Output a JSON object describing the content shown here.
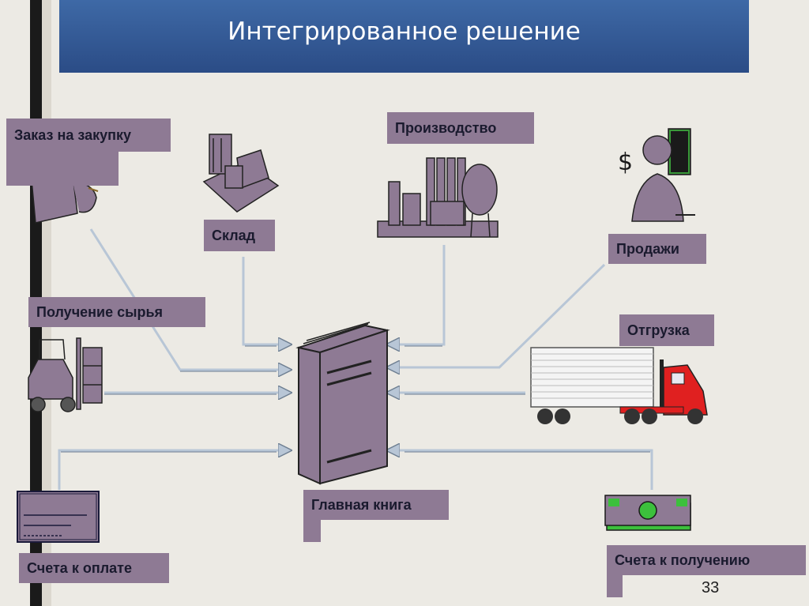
{
  "slide": {
    "title": "Интегрированное решение",
    "page_number": "33"
  },
  "labels": {
    "purchase_order": "Заказ на закупку",
    "warehouse": "Склад",
    "production": "Производство",
    "sales": "Продажи",
    "receiving": "Получение сырья",
    "shipping": "Отгрузка",
    "general_ledger": "Главная книга",
    "accounts_payable": "Счета к оплате",
    "accounts_receivable": "Счета к получению"
  },
  "colors": {
    "title_bar": "#2F5597",
    "label_fill": "#8E7A94",
    "arrow": "#B8C6D6",
    "background": "#ECEAE4"
  }
}
